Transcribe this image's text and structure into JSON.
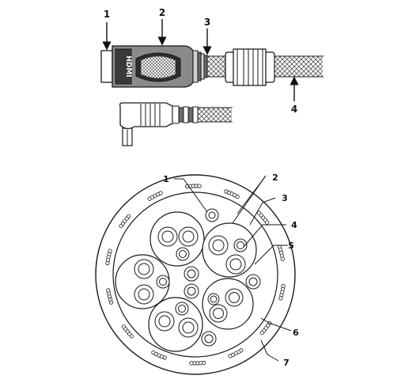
{
  "labels": {
    "top_1": "1",
    "top_2": "2",
    "top_3": "3",
    "top_4": "4",
    "sec_1": "1",
    "sec_2": "2",
    "sec_3": "3",
    "sec_4": "4",
    "sec_5": "5",
    "sec_6": "6",
    "sec_7": "7"
  },
  "connector_marking": "HDMI",
  "colors": {
    "line": "#1a1a1a",
    "connector_gray": "#7a7a7a",
    "connector_dark": "#3a3a3a",
    "braid": "#555555",
    "paper": "#ffffff"
  }
}
